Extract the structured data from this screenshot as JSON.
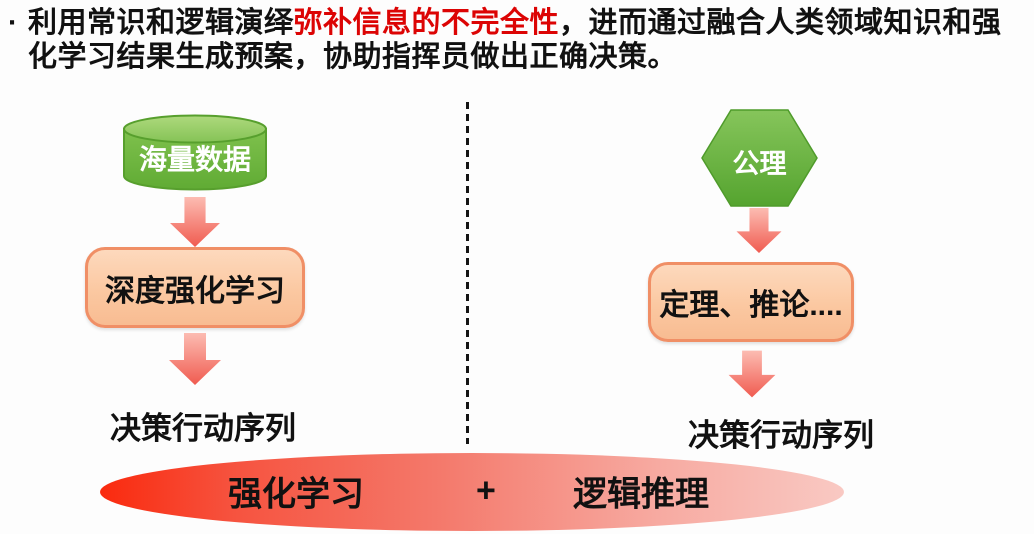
{
  "intro": {
    "bullet": "·",
    "line1_black": "利用常识和逻辑演绎",
    "line1_red": "弥补信息的不完全性",
    "line1_rest": "，进而通过融合人类领域知识和强",
    "line2": "化学习结果生成预案，协助指挥员做出正确决策。"
  },
  "left_flow": {
    "source": "海量数据",
    "process": "深度强化学习",
    "output": "决策行动序列"
  },
  "right_flow": {
    "source": "公理",
    "process": "定理、推论....",
    "output": "决策行动序列"
  },
  "summary": {
    "left": "强化学习",
    "plus": "+",
    "right": "逻辑推理"
  },
  "colors": {
    "emphasis_red_text": "#dc0404",
    "green_shape": "#6cb53e",
    "green_shape_light": "#8cc65e",
    "peach_box_fill": "#fbc8a1",
    "peach_box_border": "#f08f66",
    "arrow_light": "#fcbcb2",
    "arrow_dark": "#f05b50",
    "ellipse_left_red": "#fa2a0e",
    "ellipse_right_pink": "#f9c9c3"
  }
}
